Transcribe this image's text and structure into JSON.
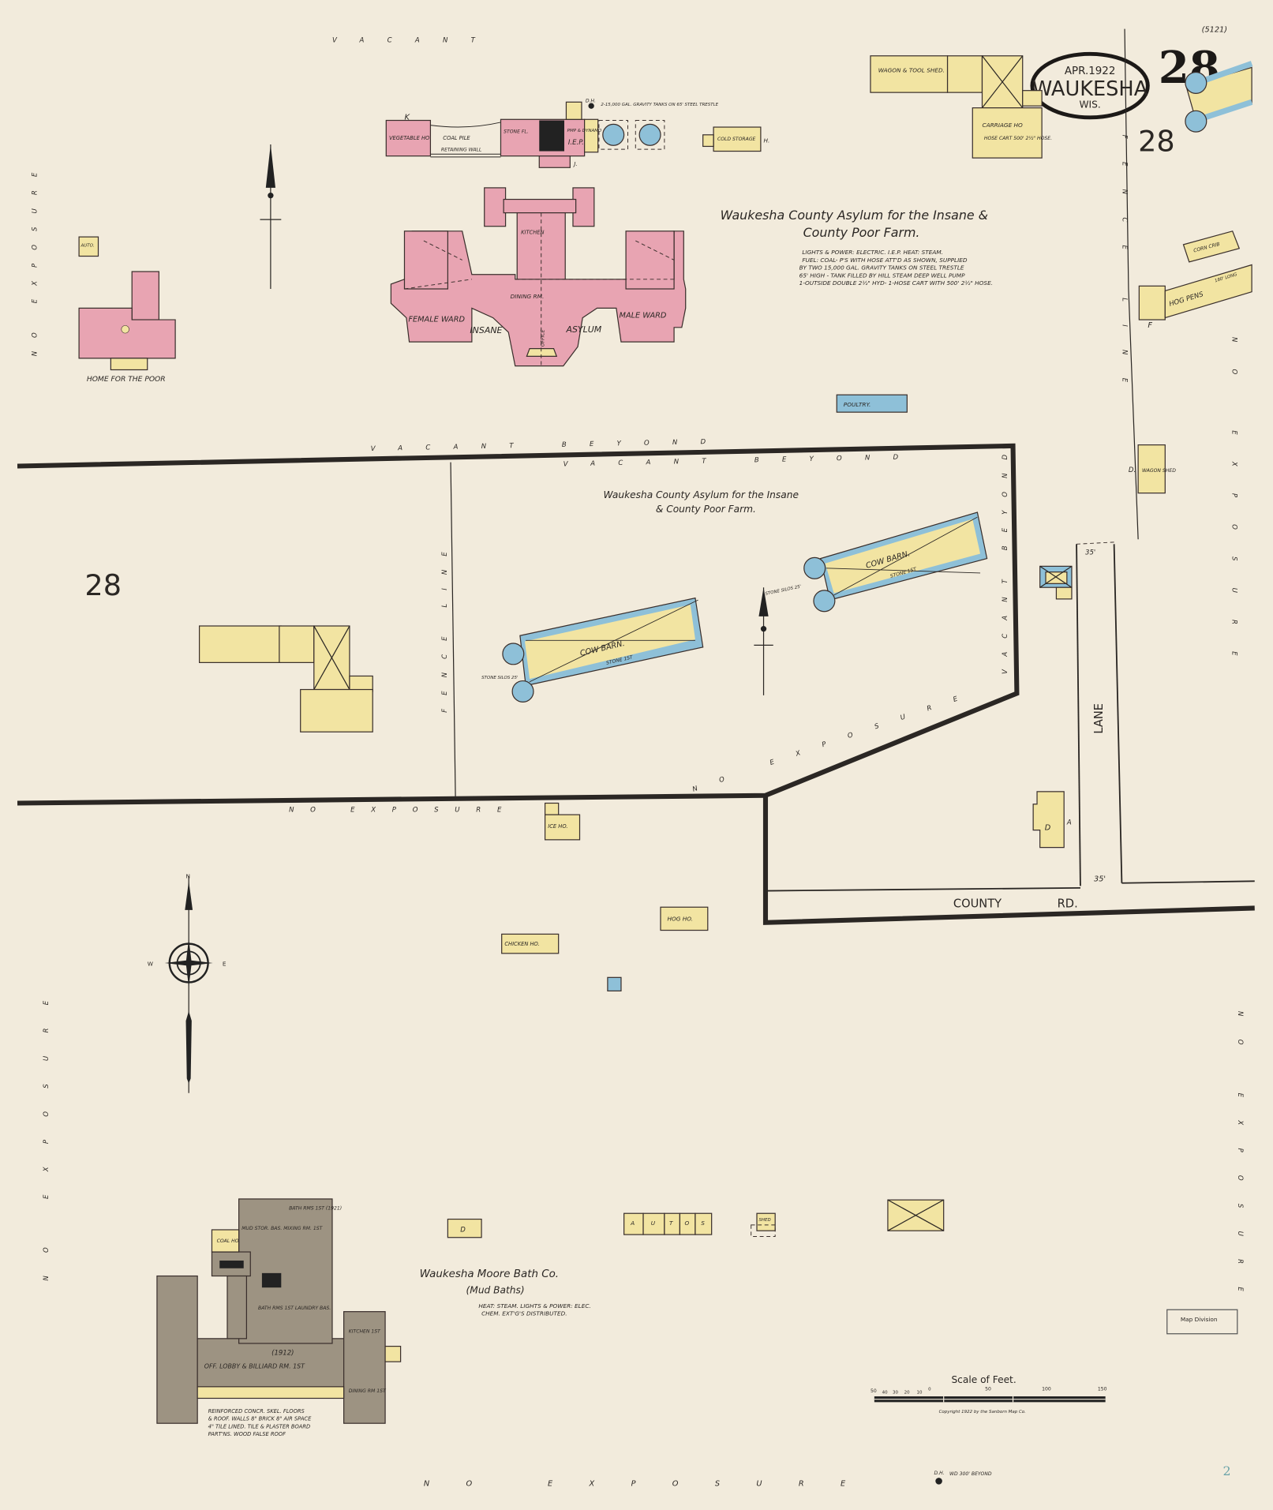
{
  "title_block": {
    "date": "APR.1922",
    "city": "WAUKESHA",
    "state": "WIS.",
    "sheet_number": "28",
    "sheet_ref": "(5121)",
    "adjoining_sheet": "28",
    "page_mark": "2"
  },
  "colors": {
    "paper": "#f2ebdc",
    "brick": "#e8a4b2",
    "frame": "#f2e4a2",
    "stone_concrete": "#8ec0d8",
    "fireproof": "#9d9382"
  },
  "exposure_labels": {
    "top": "VACANT",
    "middle_left": "VACANT BEYOND",
    "middle_right": "VACANT BEYOND",
    "vertical_right_field": "VACANT BEYOND",
    "left_upper": "NO EXPOSURE",
    "left_lower": "NO EXPOSURE",
    "right_upper": "NO EXPOSURE",
    "right_lower": "NO EXPOSURE",
    "bottom": "NO EXPOSURE",
    "field_bottom": "NO EXPOSURE",
    "diagonal": "NO EXPOSURE",
    "fence_upper": "FENCE LINE",
    "fence_middle": "FENCE LINE"
  },
  "asylum": {
    "title_line1": "Waukesha County Asylum for the Insane &",
    "title_line2": "County Poor Farm.",
    "notes": [
      "LIGHTS & POWER: ELECTRIC. I.E.P. HEAT: STEAM.",
      "FUEL: COAL- P'S WITH HOSE ATT'D AS SHOWN, SUPPLIED",
      "BY TWO 15,000 GAL. GRAVITY TANKS ON STEEL TRESTLE",
      "65' HIGH - TANK FILLED BY HILL STEAM DEEP WELL PUMP",
      "1-OUTSIDE DOUBLE 2½\" HYD- 1-HOSE CART WITH 500' 2½\" HOSE."
    ],
    "female_ward": "FEMALE WARD",
    "male_ward": "MALE WARD",
    "insane": "INSANE",
    "asylum_word": "ASYLUM",
    "dining": "DINING RM.",
    "kitchen": "KITCHEN",
    "office": "OFFICE"
  },
  "farm_title": {
    "line1": "Waukesha County Asylum for the Insane",
    "line2": "& County Poor Farm."
  },
  "buildings": {
    "vegetable": "VEGETABLE HO",
    "coal_pile": "COAL PILE",
    "retaining_wall": "RETAINING WALL",
    "stone_fl": "STONE FL.",
    "iep": "I.E.P.",
    "pump_dynamo": "PMP & DYNAMO",
    "tanks": "2-15,000 GAL. GRAVITY TANKS ON 65' STEEL TRESTLE",
    "dh": "D.H.",
    "cold_storage": "COLD STORAGE",
    "wagon_tool": "WAGON & TOOL SHED.",
    "carriage": "CARRIAGE HO",
    "carriage_note": "HOSE CART 500' 2½\" HOSE.",
    "auto": "AUTO.",
    "home_poor": "HOME FOR THE POOR",
    "poultry": "POULTRY.",
    "corn_crib": "CORN CRIB",
    "hog_pens": "HOG PENS",
    "hog_pens_len": "180' LONG",
    "wagon_shed": "WAGON SHED",
    "cow_barn": "COW BARN.",
    "stone_1st": "STONE 1ST",
    "stone_silos": "STONE SILOS 25'",
    "ice_ho": "ICE HO.",
    "hog_ho": "HOG HO.",
    "chicken_ho": "CHICKEN HO.",
    "dwelling": "D",
    "autos": [
      "A",
      "U",
      "T",
      "O",
      "S"
    ],
    "shed": "SHED",
    "letters": {
      "k": "K",
      "j": "J.",
      "h": "H.",
      "f": "F",
      "d": "D.",
      "a": "A"
    }
  },
  "streets": {
    "lane": "LANE",
    "county": "COUNTY",
    "rd": "RD.",
    "width_top": "35'",
    "width_bottom": "35'"
  },
  "bath": {
    "title": "Waukesha Moore Bath Co.",
    "subtitle": "(Mud Baths)",
    "notes": [
      "HEAT: STEAM. LIGHTS & POWER: ELEC.",
      "CHEM. EXT'G'S DISTRIBUTED."
    ],
    "mud_storage": "MUD STOR. BAS. MIXING RM. 1ST",
    "bath_rms_top": "BATH RMS 1ST (1921)",
    "bath_rms": "BATH RMS 1ST LAUNDRY BAS.",
    "year_1912": "(1912)",
    "lobby": "OFF. LOBBY & BILLIARD RM. 1ST",
    "kitchen": "KITCHEN 1ST",
    "dining": "DINING RM 1ST",
    "coal_ho": "COAL HO.",
    "construction": [
      "REINFORCED CONCR. SKEL. FLOORS",
      "& ROOF. WALLS 8\" BRICK 8\" AIR SPACE",
      "4\" TILE LINED. TILE & PLASTER BOARD",
      "PART'NS. WOOD FALSE ROOF"
    ]
  },
  "compass": {
    "n": "N",
    "e": "E",
    "w": "W"
  },
  "scale": {
    "title": "Scale of Feet.",
    "ticks": [
      "50",
      "40",
      "30",
      "20",
      "10",
      "0",
      "50",
      "100",
      "150"
    ],
    "copyright": "Copyright 1922 by the Sanborn Map Co."
  },
  "stamp": "Map Division",
  "bottom_note": {
    "dh": "D.H.",
    "text": "WD 300' BEYOND"
  }
}
